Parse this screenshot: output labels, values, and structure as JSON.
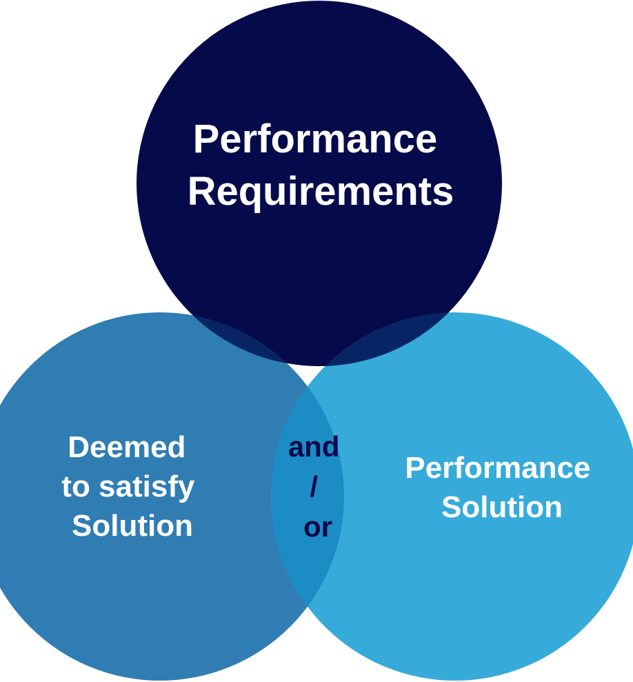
{
  "diagram": {
    "type": "venn",
    "top_circle": {
      "lines": [
        "Performance",
        "Requirements"
      ],
      "fill": "#050a4a",
      "text_color": "#ffffff"
    },
    "left_circle": {
      "lines": [
        "Deemed",
        "to satisfy",
        "Solution"
      ],
      "fill": "#2f7db3",
      "text_color": "#ffffff"
    },
    "right_circle": {
      "lines": [
        "Performance",
        "Solution"
      ],
      "fill": "#36abd9",
      "text_color": "#ffffff"
    },
    "overlap_lower": {
      "fill": "#1c8dc4"
    },
    "overlap_top": {
      "fill": "#0a3d7a"
    },
    "center": {
      "lines": [
        "and",
        "/",
        "or"
      ],
      "text_color": "#050a4a"
    }
  }
}
